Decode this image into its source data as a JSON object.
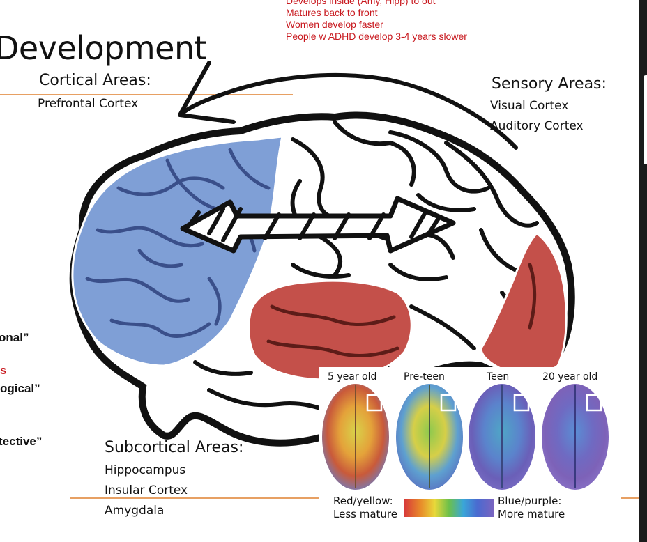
{
  "slide": {
    "title": "Development",
    "notes": [
      "Develops inside (Amy, Hipp) to out",
      "Matures back to front",
      "Women develop faster",
      "People w ADHD develop 3-4 years slower"
    ],
    "cortical": {
      "heading": "Cortical Areas:",
      "items": [
        "Prefrontal Cortex"
      ]
    },
    "sensory": {
      "heading": "Sensory Areas:",
      "items": [
        "Visual Cortex",
        "Auditory Cortex"
      ]
    },
    "subcortical": {
      "heading": "Subcortical Areas:",
      "items": [
        "Hippocampus",
        "Insular Cortex",
        "Amygdala"
      ]
    },
    "left_fragments": [
      "onal”",
      "s",
      "ogical”",
      "tective”"
    ]
  },
  "inset": {
    "ages": [
      "5 year old",
      "Pre-teen",
      "Teen",
      "20 year old"
    ],
    "legend_left": [
      "Red/yellow:",
      "Less mature"
    ],
    "legend_right": [
      "Blue/purple:",
      "More mature"
    ],
    "colors": {
      "prefrontal": "#7f9fd6",
      "subcortical": "#c4504a",
      "notes": "#c8181e",
      "rule": "#e7a063"
    }
  }
}
